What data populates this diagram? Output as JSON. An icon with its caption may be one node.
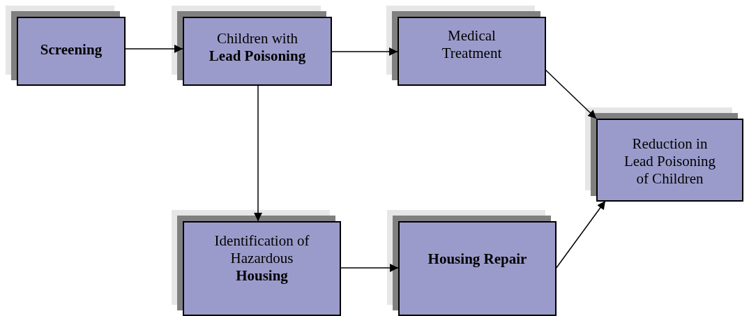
{
  "diagram": {
    "nodes": [
      {
        "text": [
          "Screening"
        ]
      },
      {
        "text": [
          "Children with **Lead Poisoning**"
        ]
      },
      {
        "text": [
          "Medical Treatment"
        ]
      },
      {
        "text": [
          "Reduction in Lead Poisoning of Children"
        ]
      },
      {
        "text": [
          "Identification of Hazardous **Housing**"
        ]
      },
      {
        "text": [
          "Housing Repair"
        ]
      }
    ],
    "edges": [
      {
        "from": 0,
        "to": 1,
        "arrow": "to"
      },
      {
        "from": 1,
        "to": 2,
        "arrow": "to"
      },
      {
        "from": 2,
        "to": 3,
        "arrow": "to"
      },
      {
        "from": 1,
        "to": 4,
        "arrow": "to"
      },
      {
        "from": 4,
        "to": 5,
        "arrow": "to"
      },
      {
        "from": 5,
        "to": 3,
        "arrow": "to"
      }
    ]
  }
}
